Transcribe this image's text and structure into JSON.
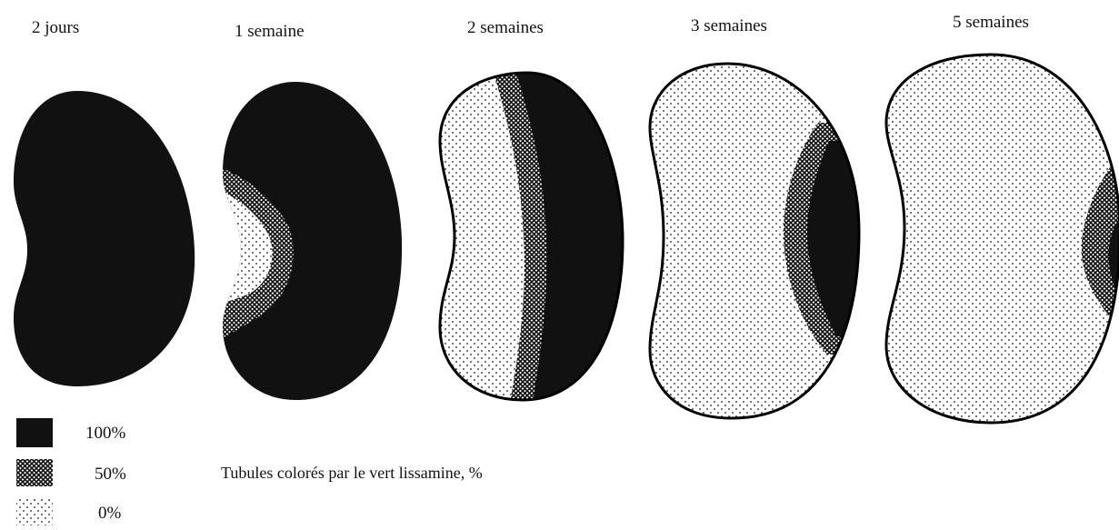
{
  "stages": [
    {
      "id": "d2",
      "label": "2 jours"
    },
    {
      "id": "w1",
      "label": "1 semaine"
    },
    {
      "id": "w2",
      "label": "2 semaines"
    },
    {
      "id": "w3",
      "label": "3 semaines"
    },
    {
      "id": "w5",
      "label": "5 semaines"
    }
  ],
  "legend": [
    {
      "pattern": "solid",
      "label": "100%"
    },
    {
      "pattern": "crosshatch",
      "label": "50%"
    },
    {
      "pattern": "stipple",
      "label": "0%"
    }
  ],
  "caption": "Tubules colorés par le vert lissamine, %",
  "colors": {
    "ink": "#111111",
    "paper": "#ffffff"
  }
}
